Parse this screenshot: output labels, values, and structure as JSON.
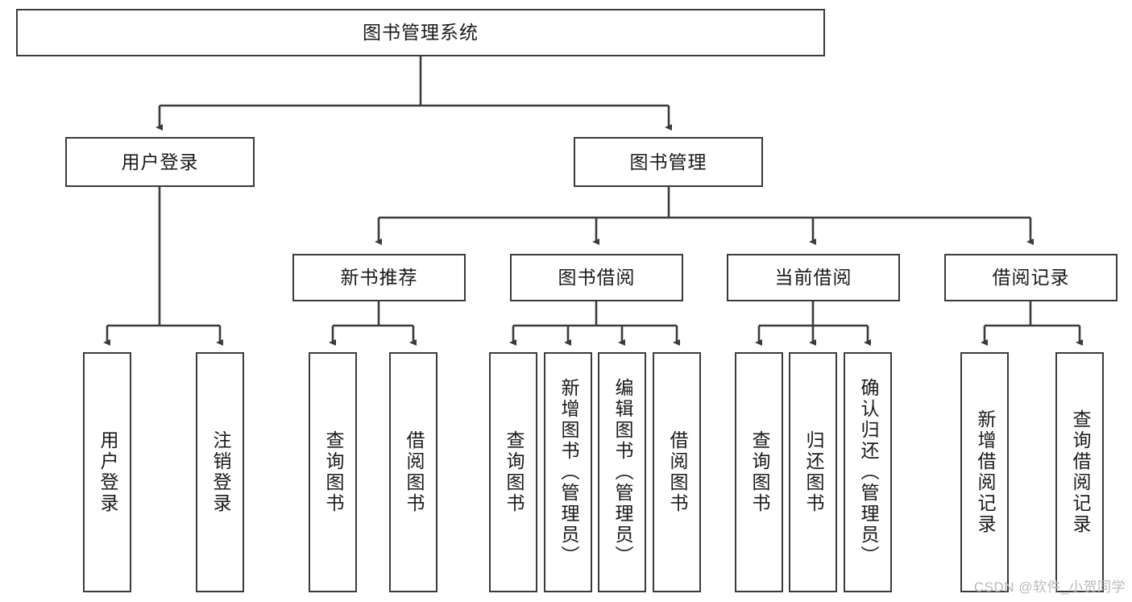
{
  "diagram": {
    "title": "图书管理系统",
    "type": "tree-hierarchy-chart",
    "watermark": "CSDN @软件_小贺同学",
    "colors": {
      "stroke": "#3b3b3b",
      "fill": "#ffffff",
      "text": "#1a1a1a",
      "watermark": "#b9b9b9"
    },
    "root": {
      "id": "root",
      "label": "图书管理系统"
    },
    "level2": [
      {
        "id": "user-login",
        "label": "用户登录"
      },
      {
        "id": "book-management",
        "label": "图书管理"
      }
    ],
    "level3": [
      {
        "id": "new-book-recommend",
        "label": "新书推荐",
        "parent": "book-management"
      },
      {
        "id": "book-borrow",
        "label": "图书借阅",
        "parent": "book-management"
      },
      {
        "id": "current-borrow",
        "label": "当前借阅",
        "parent": "book-management"
      },
      {
        "id": "borrow-record",
        "label": "借阅记录",
        "parent": "book-management"
      }
    ],
    "leaves": {
      "user-login": [
        {
          "id": "leaf-user-login",
          "label": "用户登录"
        },
        {
          "id": "leaf-user-logout",
          "label": "注销登录"
        }
      ],
      "new-book-recommend": [
        {
          "id": "leaf-query-book-1",
          "label": "查询图书"
        },
        {
          "id": "leaf-borrow-book-1",
          "label": "借阅图书"
        }
      ],
      "book-borrow": [
        {
          "id": "leaf-query-book-2",
          "label": "查询图书"
        },
        {
          "id": "leaf-add-book",
          "label": "新增图书（管理员）"
        },
        {
          "id": "leaf-edit-book",
          "label": "编辑图书（管理员）"
        },
        {
          "id": "leaf-borrow-book-2",
          "label": "借阅图书"
        }
      ],
      "current-borrow": [
        {
          "id": "leaf-query-book-3",
          "label": "查询图书"
        },
        {
          "id": "leaf-return-book",
          "label": "归还图书"
        },
        {
          "id": "leaf-confirm-return",
          "label": "确认归还（管理员）"
        }
      ],
      "borrow-record": [
        {
          "id": "leaf-add-record",
          "label": "新增借阅记录"
        },
        {
          "id": "leaf-query-record",
          "label": "查询借阅记录"
        }
      ]
    }
  }
}
